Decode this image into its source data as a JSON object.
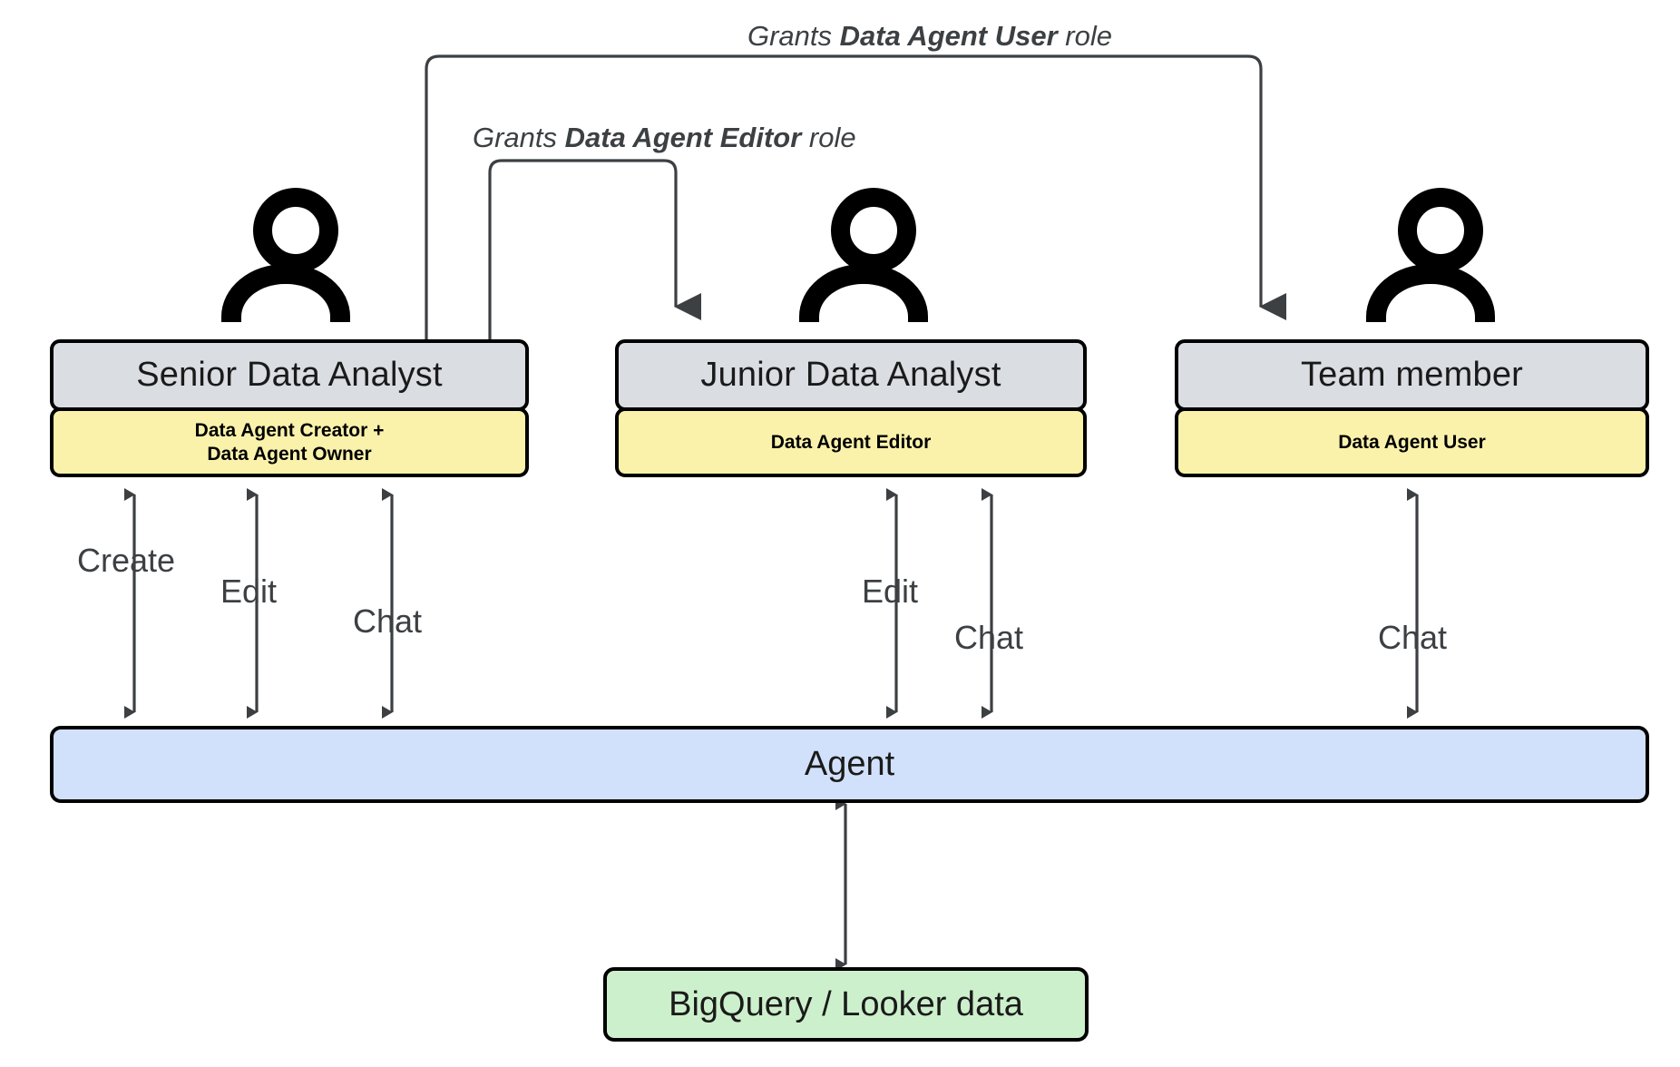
{
  "diagram": {
    "title": "Data Agent role permissions diagram",
    "colors": {
      "role_header_gray": "#dadde2",
      "role_badge_yellow": "#faf2ab",
      "agent_blue": "#d2e1fb",
      "data_green": "#cdf0cc",
      "stroke_black": "#000000",
      "connector_gray": "#3c4043"
    },
    "personas": [
      {
        "icon": "person-icon",
        "title": "Senior Data Analyst",
        "role_line_1": "Data Agent Creator +",
        "role_line_2": "Data Agent Owner",
        "actions": [
          "Create",
          "Edit",
          "Chat"
        ]
      },
      {
        "icon": "person-icon",
        "title": "Junior Data Analyst",
        "role_line_1": "Data Agent Editor",
        "role_line_2": "",
        "actions": [
          "Edit",
          "Chat"
        ]
      },
      {
        "icon": "person-icon",
        "title": "Team member",
        "role_line_1": "Data Agent User",
        "role_line_2": "",
        "actions": [
          "Chat"
        ]
      }
    ],
    "grants": [
      {
        "prefix": "Grants ",
        "role": "Data Agent User",
        "suffix": " role",
        "from": "Senior Data Analyst",
        "to": "Team member"
      },
      {
        "prefix": "Grants ",
        "role": "Data Agent Editor",
        "suffix": " role",
        "from": "Senior Data Analyst",
        "to": "Junior Data Analyst"
      }
    ],
    "agent": {
      "label": "Agent"
    },
    "datasource": {
      "label": "BigQuery / Looker data"
    },
    "edge_labels": {
      "create": "Create",
      "edit_left": "Edit",
      "chat_left": "Chat",
      "edit_mid": "Edit",
      "chat_mid": "Chat",
      "chat_right": "Chat"
    }
  }
}
